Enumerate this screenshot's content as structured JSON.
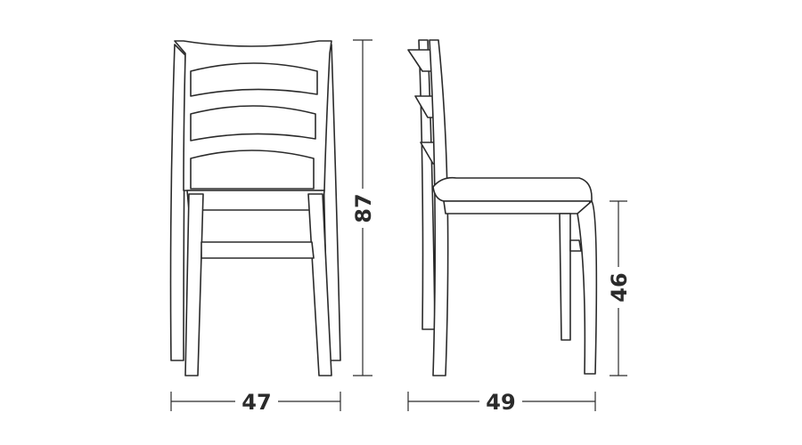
{
  "dimensions": {
    "width": "47",
    "height": "87",
    "depth": "49",
    "seat_height": "46"
  },
  "colors": {
    "line": "#2b2b2b",
    "background": "#ffffff"
  }
}
